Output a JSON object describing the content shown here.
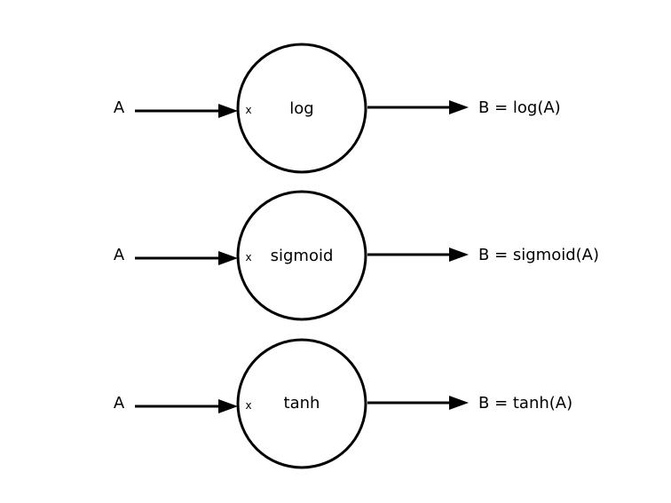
{
  "colors": {
    "stroke": "#000000",
    "background": "#ffffff"
  },
  "nodes": [
    {
      "input_label": "A",
      "port_label": "x",
      "op_label": "log",
      "output_label": "B = log(A)"
    },
    {
      "input_label": "A",
      "port_label": "x",
      "op_label": "sigmoid",
      "output_label": "B = sigmoid(A)"
    },
    {
      "input_label": "A",
      "port_label": "x",
      "op_label": "tanh",
      "output_label": "B = tanh(A)"
    }
  ]
}
